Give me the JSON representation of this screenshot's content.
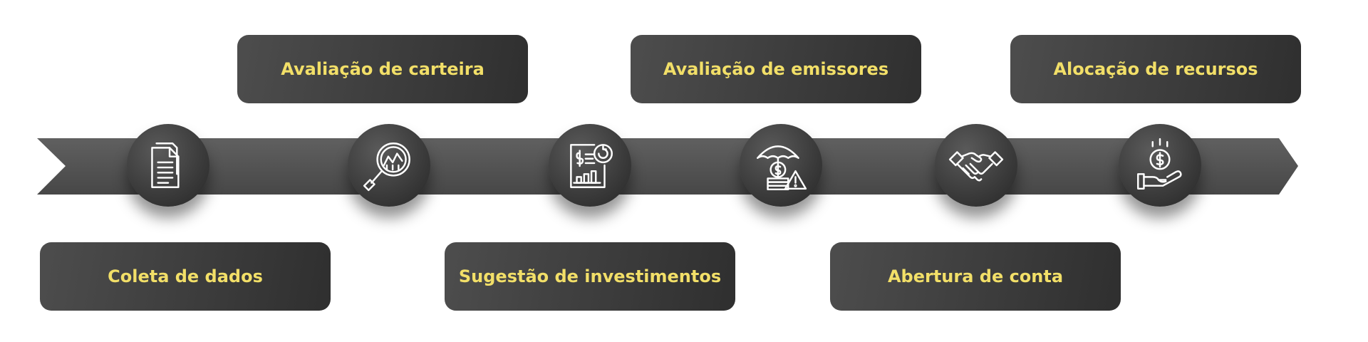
{
  "steps": [
    {
      "label": "Coleta de dados",
      "icon": "document-icon",
      "position": "below"
    },
    {
      "label": "Avaliação de carteira",
      "icon": "magnifier-chart-icon",
      "position": "above"
    },
    {
      "label": "Sugestão de investimentos",
      "icon": "financial-report-icon",
      "position": "below"
    },
    {
      "label": "Avaliação de emissores",
      "icon": "umbrella-risk-icon",
      "position": "above"
    },
    {
      "label": "Abertura de conta",
      "icon": "handshake-icon",
      "position": "below"
    },
    {
      "label": "Alocação de recursos",
      "icon": "hand-coin-icon",
      "position": "above"
    }
  ],
  "colors": {
    "band": "#555555",
    "box": "#3c3c3c",
    "label_text": "#f2df68",
    "icon_stroke": "#ffffff"
  }
}
